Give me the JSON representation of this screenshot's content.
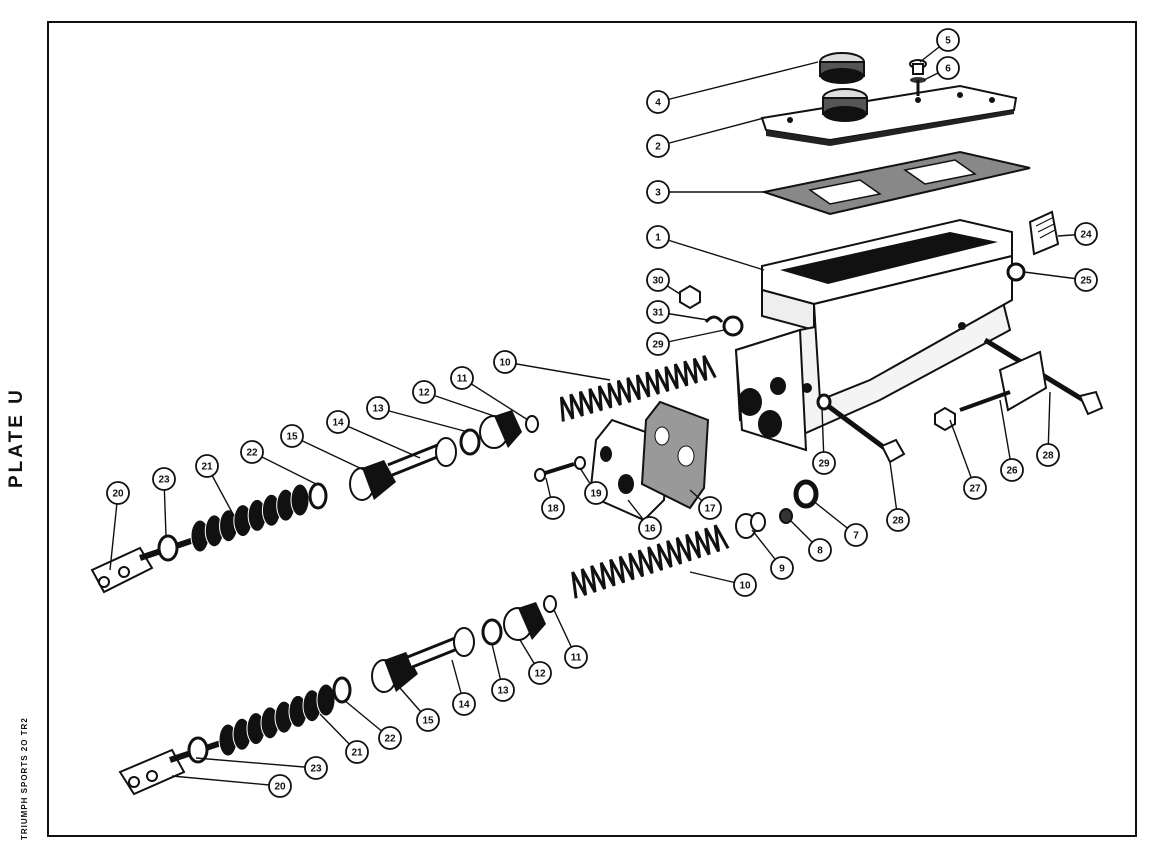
{
  "plate_title": "PLATE U",
  "footer_text": "TRIUMPH SPORTS 2O TR2",
  "callouts": [
    {
      "id": "c1",
      "label": "1"
    },
    {
      "id": "c2",
      "label": "2"
    },
    {
      "id": "c3",
      "label": "3"
    },
    {
      "id": "c4",
      "label": "4"
    },
    {
      "id": "c5",
      "label": "5"
    },
    {
      "id": "c6",
      "label": "6"
    },
    {
      "id": "c7",
      "label": "7"
    },
    {
      "id": "c8",
      "label": "8"
    },
    {
      "id": "c9",
      "label": "9"
    },
    {
      "id": "c10a",
      "label": "10"
    },
    {
      "id": "c10b",
      "label": "10"
    },
    {
      "id": "c11a",
      "label": "11"
    },
    {
      "id": "c11b",
      "label": "11"
    },
    {
      "id": "c12a",
      "label": "12"
    },
    {
      "id": "c12b",
      "label": "12"
    },
    {
      "id": "c13a",
      "label": "13"
    },
    {
      "id": "c13b",
      "label": "13"
    },
    {
      "id": "c14a",
      "label": "14"
    },
    {
      "id": "c14b",
      "label": "14"
    },
    {
      "id": "c15a",
      "label": "15"
    },
    {
      "id": "c15b",
      "label": "15"
    },
    {
      "id": "c16",
      "label": "16"
    },
    {
      "id": "c17",
      "label": "17"
    },
    {
      "id": "c18",
      "label": "18"
    },
    {
      "id": "c19",
      "label": "19"
    },
    {
      "id": "c20a",
      "label": "20"
    },
    {
      "id": "c20b",
      "label": "20"
    },
    {
      "id": "c21a",
      "label": "21"
    },
    {
      "id": "c21b",
      "label": "21"
    },
    {
      "id": "c22a",
      "label": "22"
    },
    {
      "id": "c22b",
      "label": "22"
    },
    {
      "id": "c23a",
      "label": "23"
    },
    {
      "id": "c23b",
      "label": "23"
    },
    {
      "id": "c24",
      "label": "24"
    },
    {
      "id": "c25",
      "label": "25"
    },
    {
      "id": "c26",
      "label": "26"
    },
    {
      "id": "c27",
      "label": "27"
    },
    {
      "id": "c28a",
      "label": "28"
    },
    {
      "id": "c28b",
      "label": "28"
    },
    {
      "id": "c29a",
      "label": "29"
    },
    {
      "id": "c29b",
      "label": "29"
    },
    {
      "id": "c30",
      "label": "30"
    },
    {
      "id": "c31",
      "label": "31"
    }
  ]
}
